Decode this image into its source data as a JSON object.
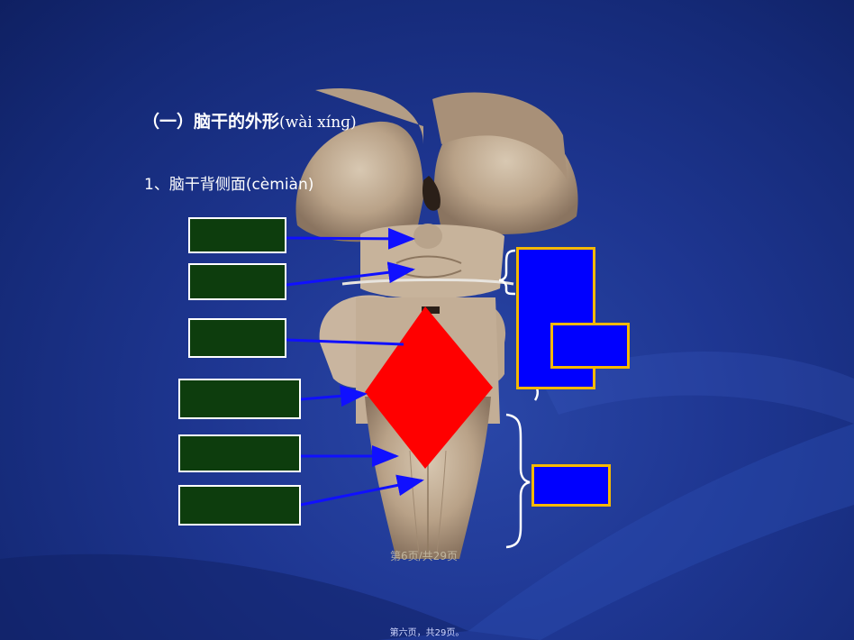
{
  "slide": {
    "title_main": "（一）脑干的外形",
    "title_pinyin": "(wài xínɡ)",
    "subtitle": "1、脑干背侧面(cèmiàn)",
    "page_indicator": "第6页/共29页",
    "footer": "第六页，共29页。"
  },
  "colors": {
    "label_fill": "#0d3d0d",
    "label_border": "#ffffff",
    "arrow": "#1010ff",
    "blue_fill": "#0000ff",
    "blue_border": "#f5b800",
    "diamond": "#ff0000"
  }
}
